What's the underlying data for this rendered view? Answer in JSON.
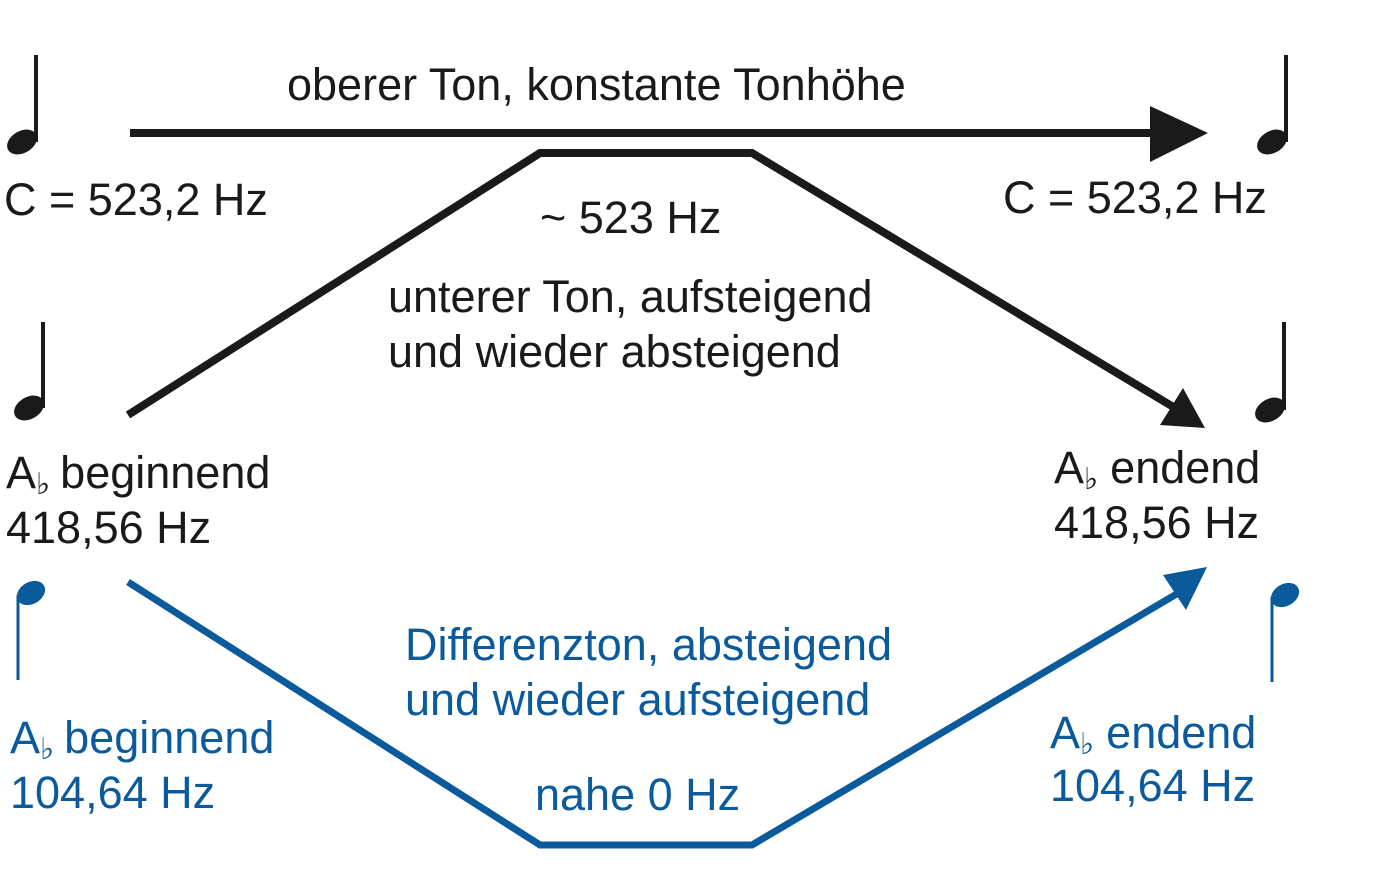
{
  "colors": {
    "black": "#1a1a1a",
    "blue": "#0a5a9c"
  },
  "upper": {
    "title": "oberer Ton, konstante Tonhöhe",
    "start": "C = 523,2 Hz",
    "end": "C = 523,2 Hz"
  },
  "lower": {
    "peak": "~ 523 Hz",
    "desc1": "unterer Ton, aufsteigend",
    "desc2": "und wieder absteigend",
    "start": {
      "note": "A",
      "flat": "♭",
      "word": "beginnend",
      "freq": "418,56 Hz"
    },
    "end": {
      "note": "A",
      "flat": "♭",
      "word": "endend",
      "freq": "418,56 Hz"
    }
  },
  "difference": {
    "desc1": "Differenzton, absteigend",
    "desc2": "und wieder aufsteigend",
    "trough": "nahe 0 Hz",
    "start": {
      "note": "A",
      "flat": "♭",
      "word": "beginnend",
      "freq": "104,64 Hz"
    },
    "end": {
      "note": "A",
      "flat": "♭",
      "word": "endend",
      "freq": "104,64 Hz"
    }
  }
}
